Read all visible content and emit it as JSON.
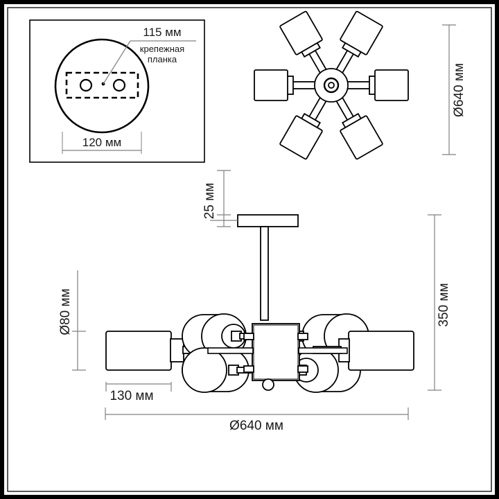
{
  "drawing": {
    "title": "Ceiling light technical drawing",
    "units": "мм",
    "line_color": "#000000",
    "dim_color": "#808080",
    "background": "#ffffff",
    "border_color": "#000000"
  },
  "detail_view": {
    "name": "mounting-plate-detail",
    "callout_label": "крепежная",
    "callout_label_line2": "планка",
    "dim_plate_length": "115 мм",
    "dim_canopy_diameter": "120 мм"
  },
  "plan_view": {
    "name": "top-plan-view",
    "arm_count": 6,
    "dim_overall_diameter": "Ø640 мм"
  },
  "elevation_view": {
    "name": "front-elevation-view",
    "dim_canopy_thickness": "25 мм",
    "dim_shade_diameter": "Ø80 мм",
    "dim_total_height": "350 мм",
    "dim_shade_length": "130 мм",
    "dim_overall_diameter": "Ø640 мм"
  }
}
